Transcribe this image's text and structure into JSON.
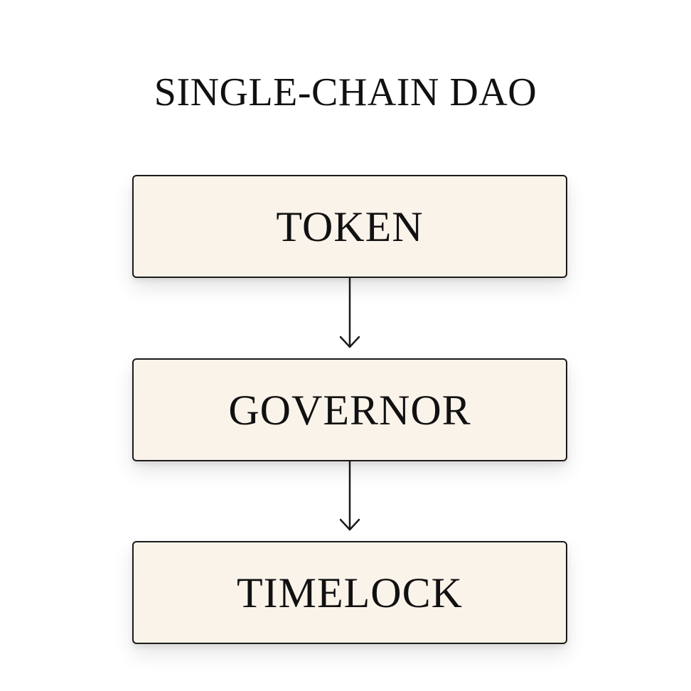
{
  "diagram": {
    "title": "SINGLE-CHAIN DAO",
    "nodes": [
      {
        "id": "token",
        "label": "TOKEN"
      },
      {
        "id": "governor",
        "label": "GOVERNOR"
      },
      {
        "id": "timelock",
        "label": "TIMELOCK"
      }
    ],
    "edges": [
      {
        "from": "token",
        "to": "governor"
      },
      {
        "from": "governor",
        "to": "timelock"
      }
    ],
    "colors": {
      "box_fill": "#faf3ea",
      "stroke": "#1a1a1a",
      "text": "#111111"
    }
  }
}
